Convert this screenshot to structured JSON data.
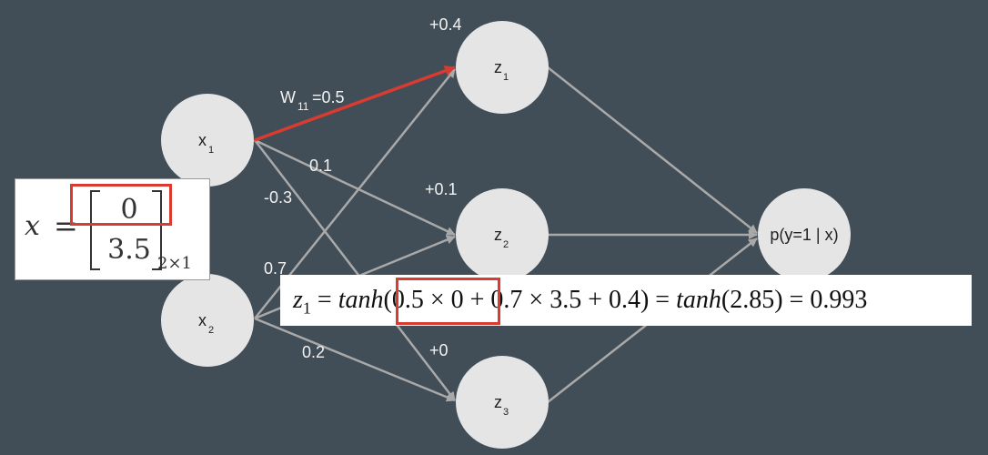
{
  "nodes": {
    "x1": {
      "label": "x",
      "sub": "1"
    },
    "x2": {
      "label": "x",
      "sub": "2"
    },
    "z1": {
      "label": "z",
      "sub": "1"
    },
    "z2": {
      "label": "z",
      "sub": "2"
    },
    "z3": {
      "label": "z",
      "sub": "3"
    },
    "output": {
      "label": "p(y=1 | x)"
    }
  },
  "biases": {
    "z1": "+0.4",
    "z2": "+0.1",
    "z3": "+0"
  },
  "weights": {
    "w11_prefix": "W",
    "w11_sub": "11",
    "w11_value": "=0.5",
    "x1_z2": "0.1",
    "x1_z3": "-0.3",
    "x2_z1": "0.7",
    "x2_z3": "0.2"
  },
  "input_vector": {
    "var": "x",
    "eq": "=",
    "values": [
      "0",
      "3.5"
    ],
    "dims": "2×1"
  },
  "equation": {
    "lhs_var": "z",
    "lhs_sub": "1",
    "eq": "=",
    "fn": "tanh",
    "open": "(",
    "term1": "0.5 × 0",
    "rest": "+ 0.7 × 3.5 + 0.4) =",
    "fn2": "tanh",
    "result_expr": "(2.85) = 0.993"
  },
  "colors": {
    "background": "#414e57",
    "node_fill": "#e5e5e5",
    "edge": "#a9a9a9",
    "highlight": "#d93b30"
  }
}
